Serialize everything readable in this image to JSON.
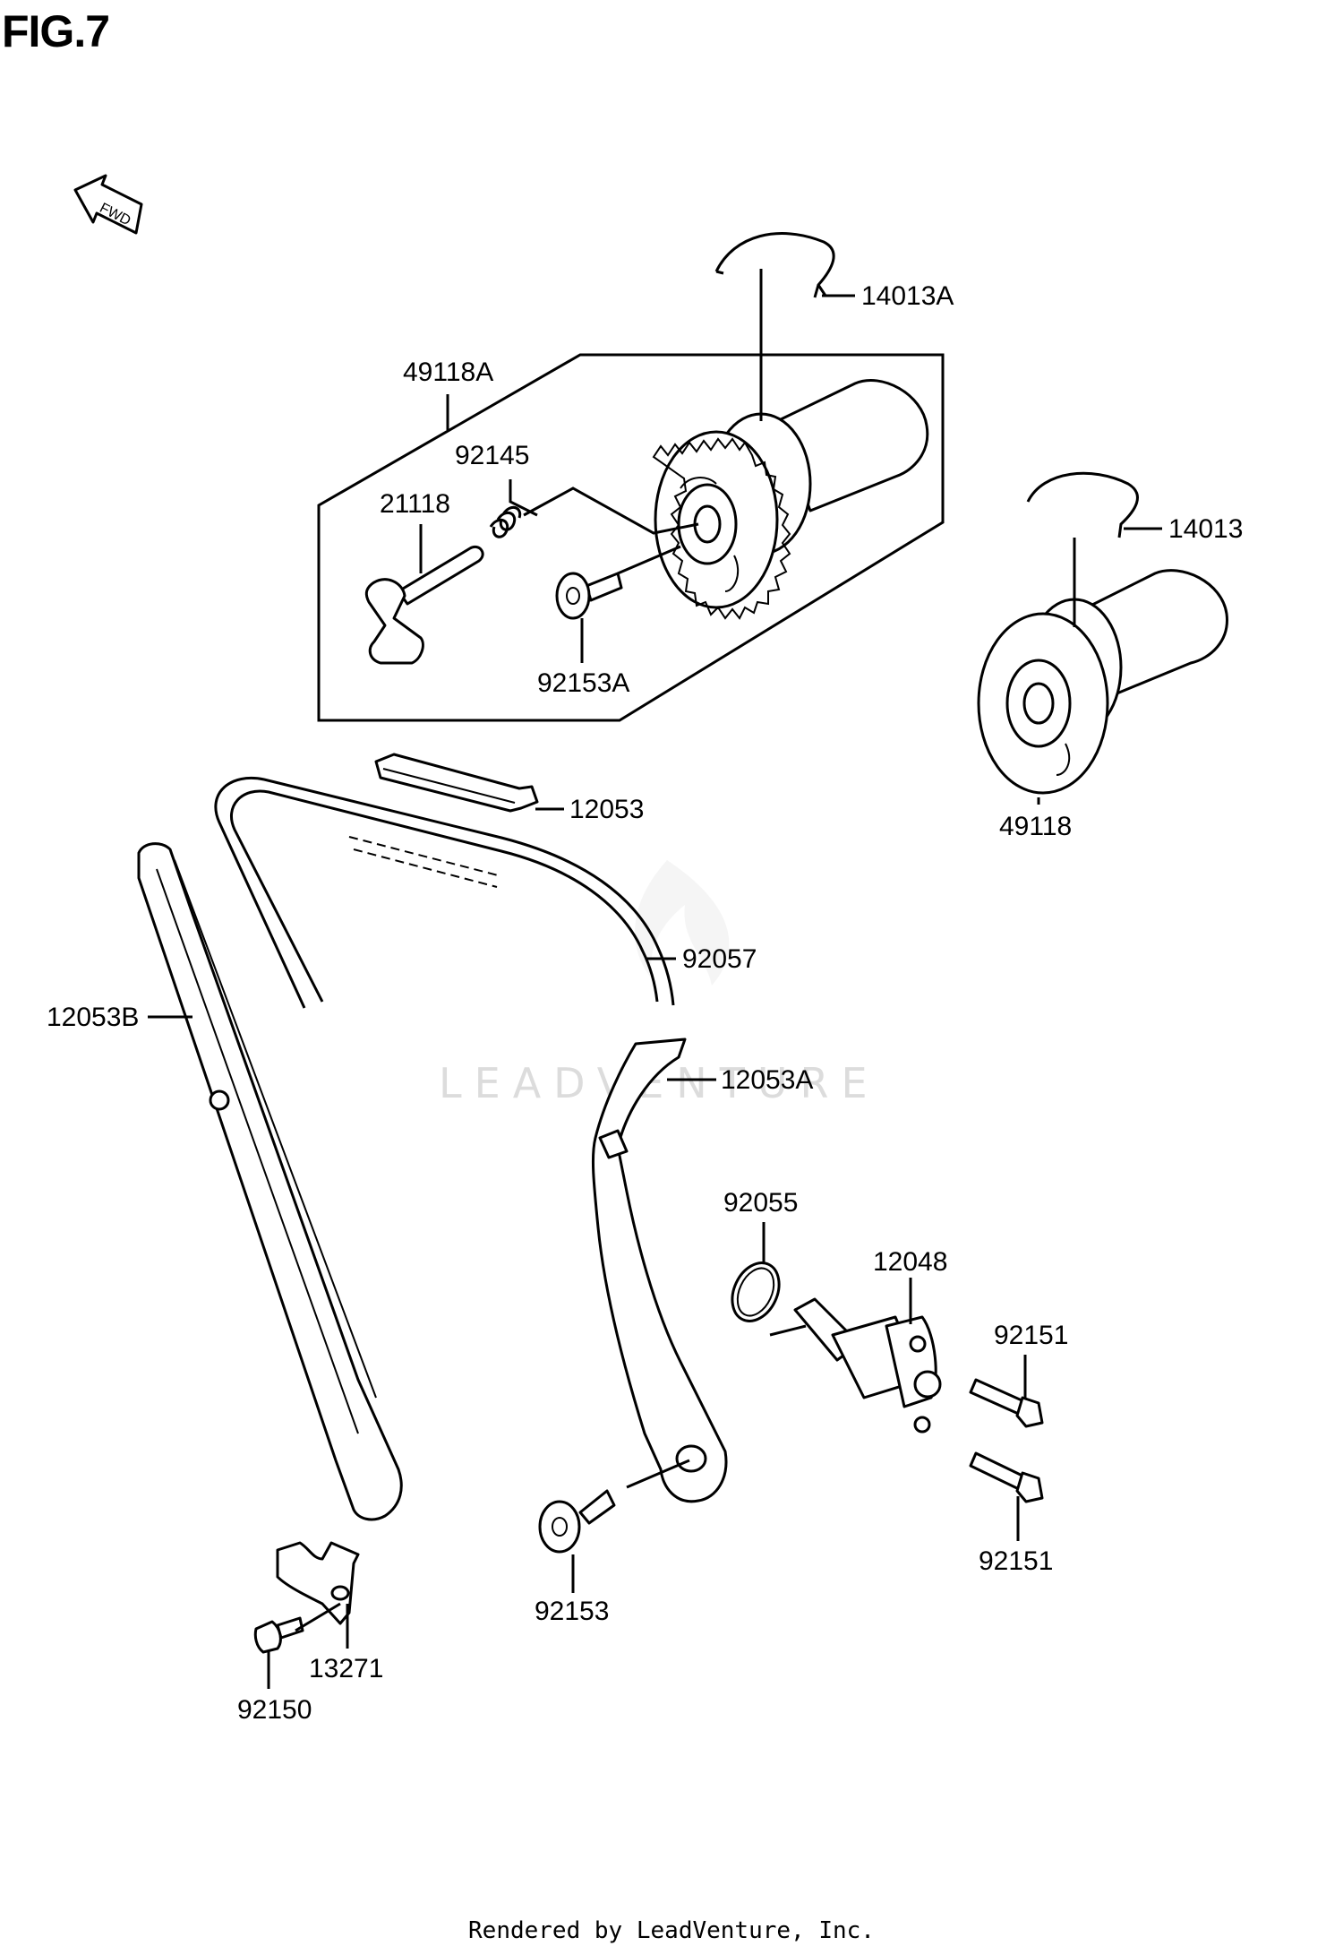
{
  "figure": {
    "title": "FIG.7"
  },
  "fwd_label": "FWD",
  "watermark": "LEADVENTURE",
  "footer": "Rendered by LeadVenture, Inc.",
  "parts": [
    {
      "id": "14013A"
    },
    {
      "id": "49118A"
    },
    {
      "id": "92145"
    },
    {
      "id": "21118"
    },
    {
      "id": "92153A"
    },
    {
      "id": "14013"
    },
    {
      "id": "49118"
    },
    {
      "id": "12053"
    },
    {
      "id": "92057"
    },
    {
      "id": "12053B"
    },
    {
      "id": "12053A"
    },
    {
      "id": "92055"
    },
    {
      "id": "12048"
    },
    {
      "id": "92151"
    },
    {
      "id": "92151"
    },
    {
      "id": "92153"
    },
    {
      "id": "13271"
    },
    {
      "id": "92150"
    }
  ]
}
